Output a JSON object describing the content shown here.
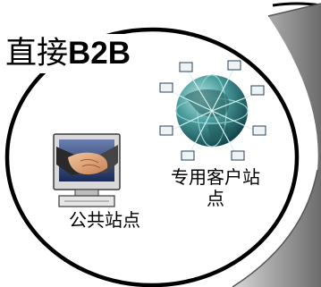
{
  "diagram": {
    "title_prefix": "直接",
    "title_bold": "B2B",
    "custom_site_label": "专用客户站点",
    "public_site_label": "公共站点",
    "colors": {
      "frame_fill": "#ffffff",
      "stroke": "#000000",
      "swoosh_gray": "#9a9a9a",
      "globe_teal": "#2a7a7a"
    },
    "icons": [
      "globe-network-icon",
      "handshake-monitor-icon"
    ]
  }
}
